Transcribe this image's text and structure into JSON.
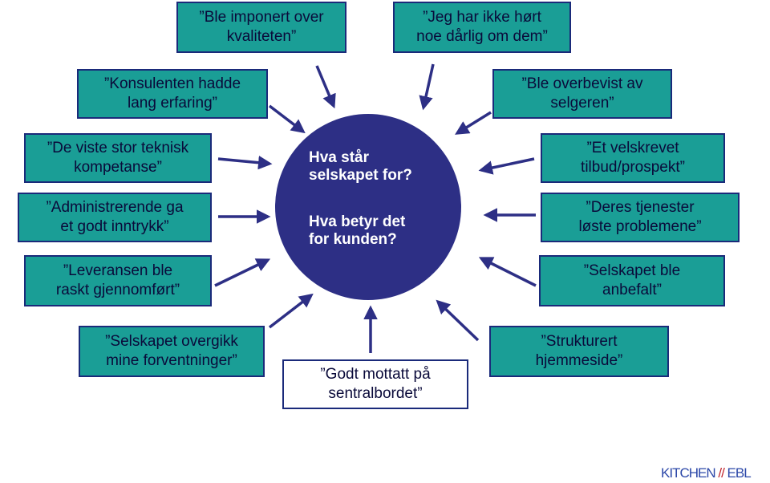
{
  "center": {
    "question1": "Hva står\nselskapet for?",
    "question2": "Hva betyr det\nfor kunden?"
  },
  "boxes": {
    "kvaliteten": "”Ble imponert over\nkvaliteten”",
    "hort": "”Jeg har ikke hørt\nnoe dårlig om dem”",
    "konsulenten": "”Konsulenten hadde\nlang erfaring”",
    "overbevist": "”Ble overbevist av\nselgeren”",
    "teknisk": "”De viste stor teknisk\nkompetanse”",
    "velskrevet": "”Et velskrevet\ntilbud/prospekt”",
    "administrerende": "”Administrerende ga\net godt inntrykk”",
    "tjenester": "”Deres tjenester\nløste problemene”",
    "leveransen": "”Leveransen ble\nraskt gjennomført”",
    "anbefalt": "”Selskapet ble\nanbefalt”",
    "forventninger": "”Selskapet overgikk\nmine forventninger”",
    "sentralbordet": "”Godt mottatt på\nsentralbordet”",
    "hjemmeside": "”Strukturert\nhjemmeside”"
  },
  "logo": {
    "left": "KITCHEN",
    "slash": "//",
    "right": "EBL"
  },
  "colors": {
    "box_fill": "#1a9e96",
    "box_border": "#1a2a7a",
    "hub_fill": "#2d2f85",
    "arrow": "#2d2f85"
  }
}
